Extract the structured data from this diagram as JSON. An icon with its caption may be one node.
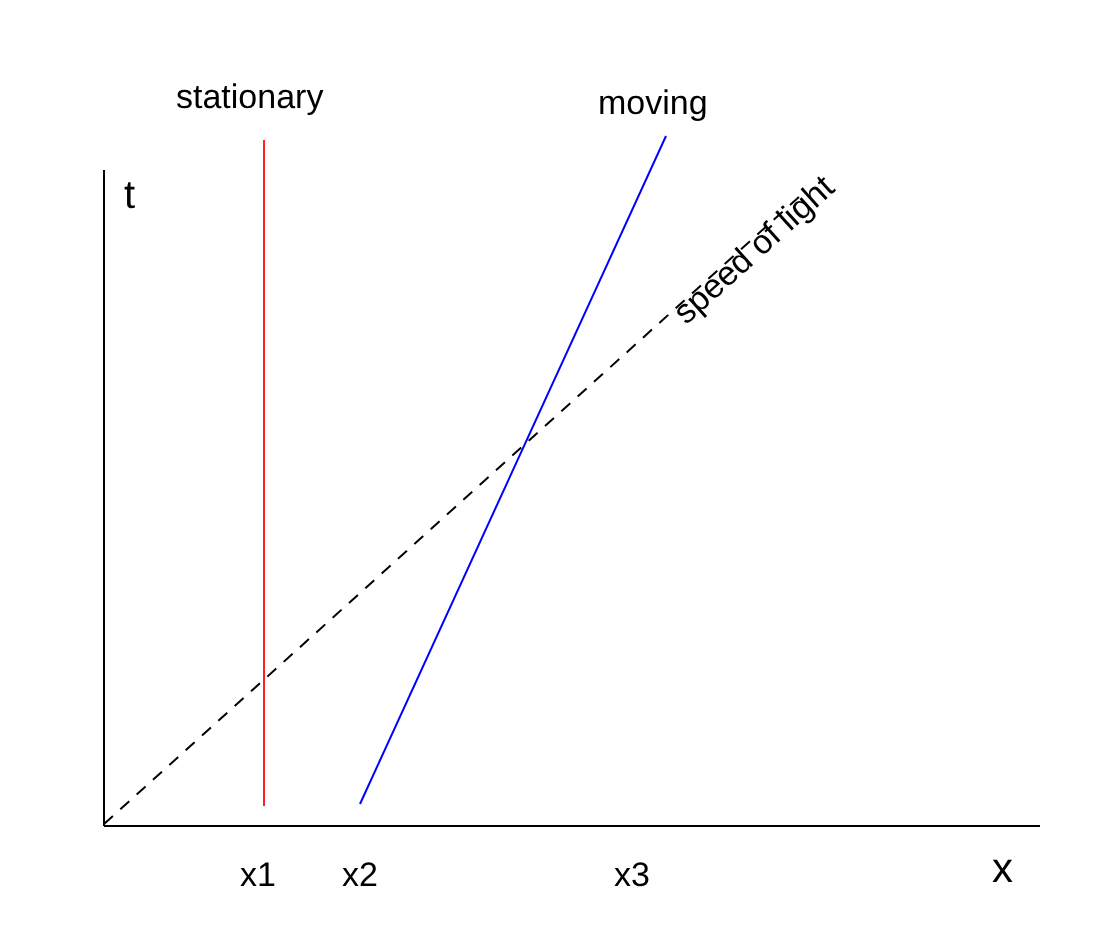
{
  "diagram": {
    "labels": [
      "t",
      "stationary",
      "moving",
      "speed of light",
      "x1",
      "x2",
      "x3",
      "x"
    ]
  }
}
